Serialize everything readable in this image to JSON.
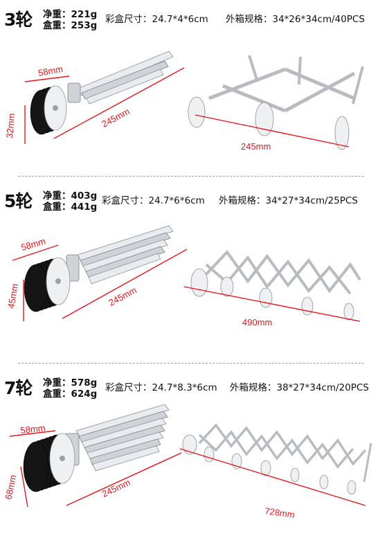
{
  "labels": {
    "net_weight": "净重",
    "box_weight": "盒重",
    "box_size": "彩盒尺寸",
    "carton_spec": "外箱规格"
  },
  "sections": [
    {
      "wheels": "3轮",
      "net_weight": "221g",
      "box_weight": "253g",
      "box_size": "24.7*4*6cm",
      "carton_spec": "34*26*34cm/40PCS",
      "dims": {
        "width": "58mm",
        "height": "32mm",
        "length": "245mm",
        "expanded": "245mm"
      }
    },
    {
      "wheels": "5轮",
      "net_weight": "403g",
      "box_weight": "441g",
      "box_size": "24.7*6*6cm",
      "carton_spec": "34*27*34cm/25PCS",
      "dims": {
        "width": "58mm",
        "height": "45mm",
        "length": "245mm",
        "expanded": "490mm"
      }
    },
    {
      "wheels": "7轮",
      "net_weight": "578g",
      "box_weight": "624g",
      "box_size": "24.7*8.3*6cm",
      "carton_spec": "38*27*34cm/20PCS",
      "dims": {
        "width": "58mm",
        "height": "68mm",
        "length": "245mm",
        "expanded": "728mm"
      }
    }
  ]
}
